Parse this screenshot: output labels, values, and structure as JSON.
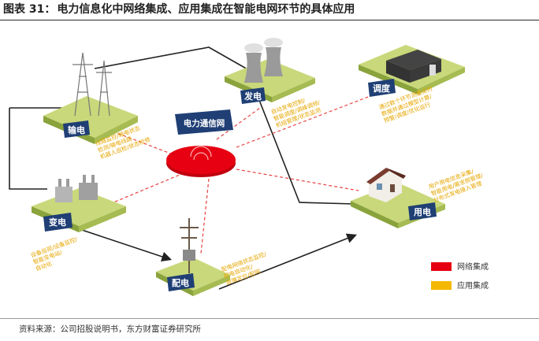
{
  "header": {
    "figure_label": "图表 31：",
    "title": "电力信息化中网络集成、应用集成在智能电网环节的具体应用"
  },
  "hub": {
    "label": "电力通信网"
  },
  "nodes": {
    "transmission": {
      "label": "输电",
      "apps": [
        "线路监控/输电状态",
        "检测/输电线路",
        "机器人巡检/状态检修"
      ]
    },
    "generation": {
      "label": "发电",
      "apps": [
        "自动发电控制/",
        "智能调度/调峰调频/",
        "机组管理/状态监测"
      ]
    },
    "dispatch": {
      "label": "调度",
      "apps": [
        "通过数个环节测量实时",
        "数据并通过模型计算/",
        "预警/调度/优化运行"
      ]
    },
    "substation": {
      "label": "变电",
      "apps": [
        "设备巡视/设备监控/",
        "智能变电站/",
        "自动化"
      ]
    },
    "distribution": {
      "label": "配电",
      "apps": [
        "配电网络状态监控/",
        "配电自动化/",
        "故障定位/配网"
      ]
    },
    "consumption": {
      "label": "用电",
      "apps": [
        "用户用电信息采集/",
        "智能用电/需求侧管理/",
        "分布式发电接入管理"
      ]
    }
  },
  "legend": [
    {
      "label": "网络集成",
      "color": "#e60012"
    },
    {
      "label": "应用集成",
      "color": "#f5b800"
    }
  ],
  "source": "资料来源：公司招股说明书，东方财富证券研究所",
  "colors": {
    "label_navy": "#1f3f75",
    "app_text": "#e6a600",
    "network_red": "#e60012",
    "platform_green": "#c9d87a"
  }
}
